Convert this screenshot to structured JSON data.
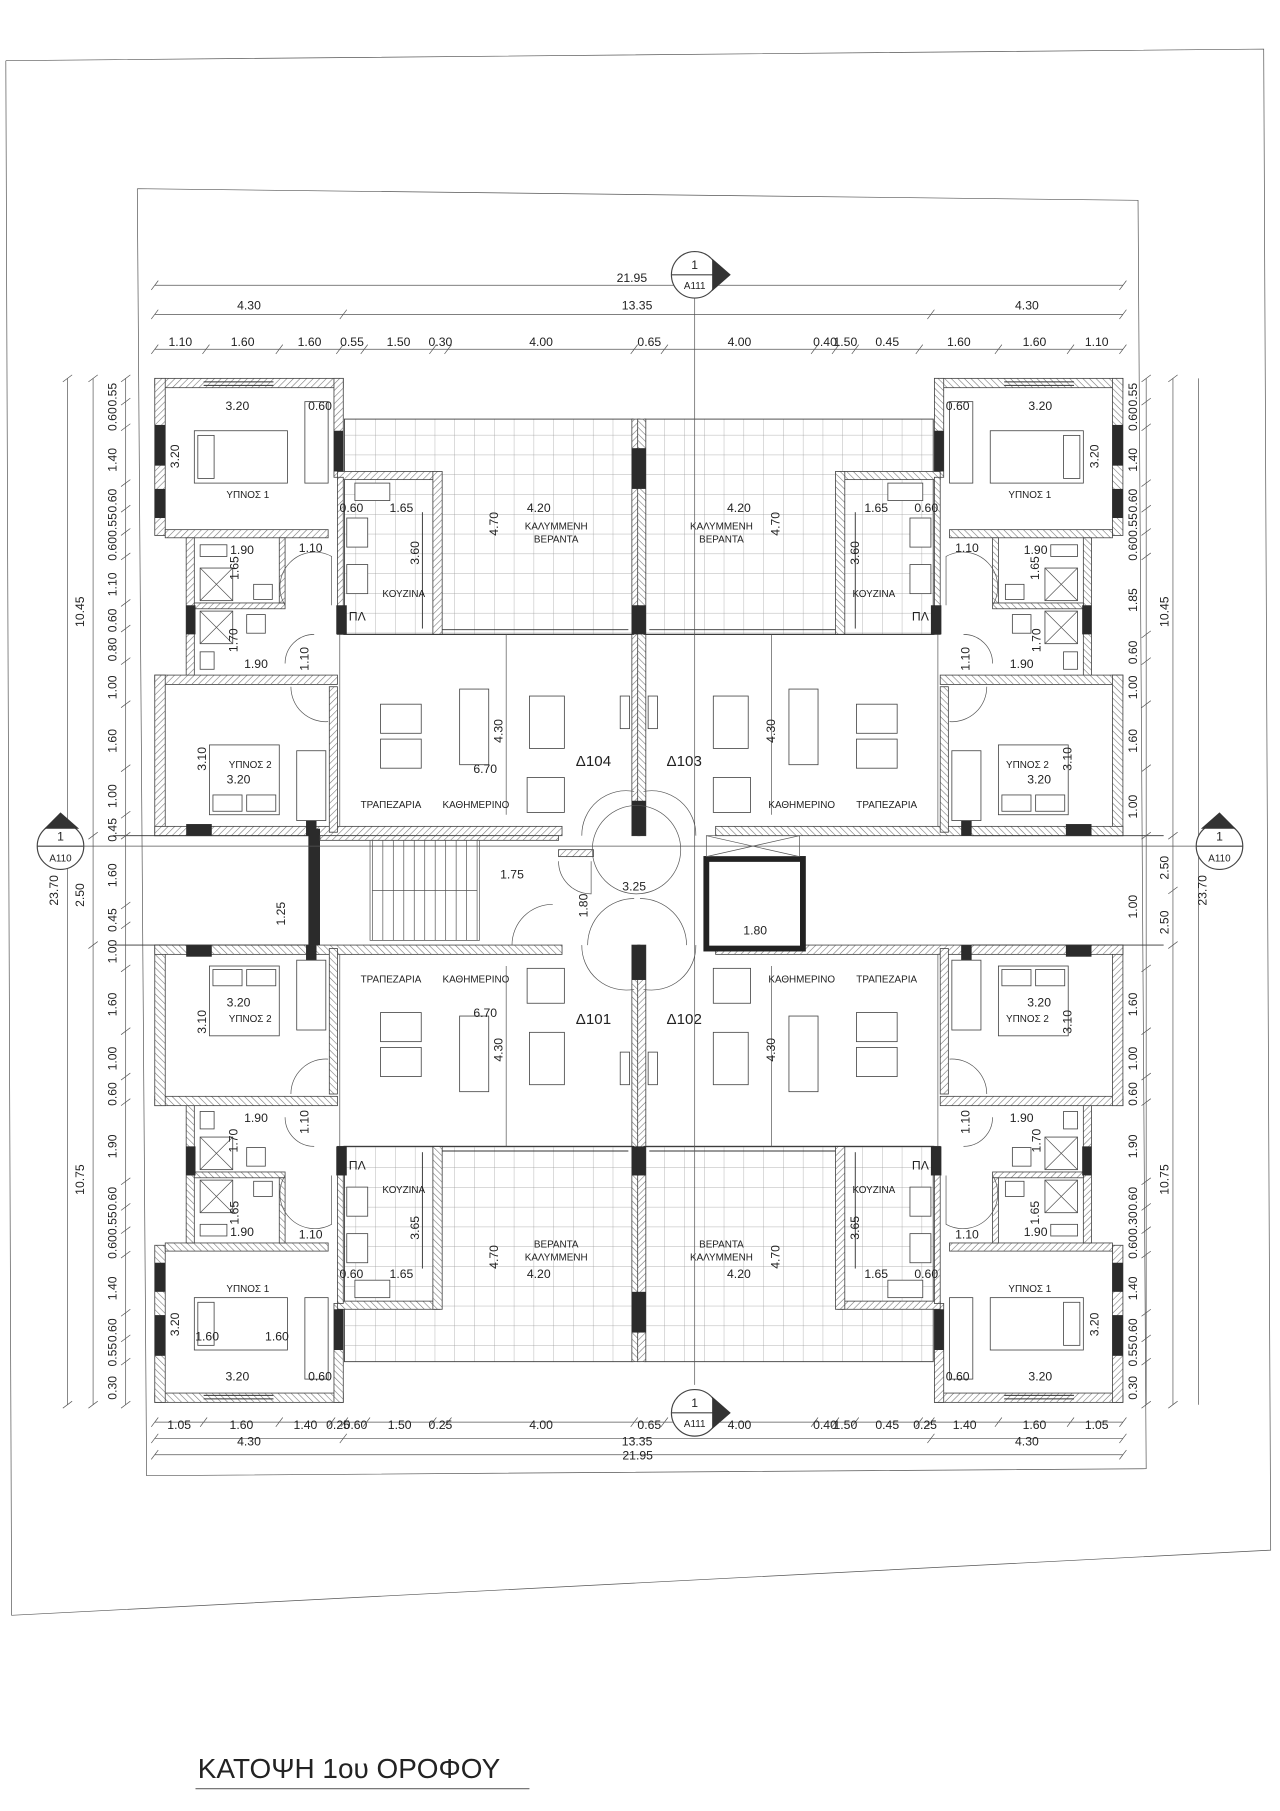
{
  "title": "ΚΑΤΟΨΗ 1ου ΟΡΟΦΟΥ",
  "section_markers": {
    "top": {
      "number": "1",
      "sheet": "A111"
    },
    "bottom": {
      "number": "1",
      "sheet": "A111"
    },
    "left": {
      "number": "1",
      "sheet": "A110"
    },
    "right": {
      "number": "1",
      "sheet": "A110"
    }
  },
  "dimensions": {
    "top": {
      "overall": "21.95",
      "sub": [
        "4.30",
        "13.35",
        "4.30"
      ],
      "detail": [
        "1.10",
        "1.60",
        "1.60",
        "0.55",
        "1.50",
        "0.30",
        "4.00",
        "0.65",
        "4.00",
        "0.40",
        "1.50",
        "0.45",
        "1.60",
        "1.60",
        "1.10"
      ]
    },
    "bottom": {
      "overall": "21.95",
      "sub": [
        "4.30",
        "13.35",
        "4.30"
      ],
      "detail": [
        "1.05",
        "1.60",
        "1.40",
        "0.25",
        "0.60",
        "1.50",
        "0.25",
        "4.00",
        "0.65",
        "4.00",
        "0.40",
        "1.50",
        "0.45",
        "0.25",
        "1.40",
        "1.60",
        "1.05"
      ]
    },
    "left": {
      "overall": "23.70",
      "sub": [
        "10.45",
        "2.50",
        "10.75"
      ],
      "detail": [
        "0.55",
        "0.60",
        "1.40",
        "0.60",
        "0.55",
        "0.60",
        "1.10",
        "0.60",
        "0.80",
        "1.00",
        "1.60",
        "1.00",
        "0.45",
        "1.60",
        "0.45",
        "1.00",
        "1.60",
        "1.00",
        "0.60",
        "1.90",
        "0.60",
        "0.55",
        "0.60",
        "1.40",
        "0.60",
        "0.55",
        "0.30"
      ]
    },
    "right": {
      "overall": "23.70",
      "sub": [
        "10.45",
        "2.50",
        "2.50",
        "10.75"
      ],
      "detail": [
        "0.55",
        "0.60",
        "1.40",
        "0.60",
        "0.55",
        "0.60",
        "1.85",
        "0.60",
        "1.00",
        "1.60",
        "1.00",
        "1.00",
        "1.60",
        "1.00",
        "0.60",
        "1.90",
        "0.60",
        "0.30",
        "0.60",
        "1.40",
        "0.60",
        "0.55",
        "0.30"
      ]
    }
  },
  "core": {
    "stair_width": "1.75",
    "stair_depth": "1.80",
    "lobby": "3.25",
    "corridor": "1.25",
    "elevator": "1.80"
  },
  "apartments": [
    {
      "id": "Δ104",
      "bedroom1": "ΥΠΝΟΣ 1",
      "bedroom2": "ΥΠΝΟΣ 2",
      "kitchen": "ΚΟΥΖΙΝΑ",
      "pantry": "ΠΛ",
      "veranda1": "ΚΑΛΥΜΜΕΝΗ",
      "veranda2": "ΒΕΡΑΝΤΑ",
      "dining": "ΤΡΑΠΕΖΑΡΙΑ",
      "living": "ΚΑΘΗΜΕΡΙΝΟ",
      "dims": [
        "3.20",
        "0.60",
        "3.20",
        "0.60",
        "1.65",
        "1.90",
        "1.10",
        "1.65",
        "3.60",
        "1.70",
        "1.90",
        "1.10",
        "4.70",
        "4.20",
        "3.10",
        "3.20",
        "4.30",
        "6.70"
      ]
    },
    {
      "id": "Δ103",
      "bedroom1": "ΥΠΝΟΣ 1",
      "bedroom2": "ΥΠΝΟΣ 2",
      "kitchen": "ΚΟΥΖΙΝΑ",
      "pantry": "ΠΛ",
      "veranda1": "ΚΑΛΥΜΜΕΝΗ",
      "veranda2": "ΒΕΡΑΝΤΑ",
      "dining": "ΤΡΑΠΕΖΑΡΙΑ",
      "living": "ΚΑΘΗΜΕΡΙΝΟ",
      "dims": [
        "3.20",
        "0.60",
        "3.20",
        "0.60",
        "1.65",
        "1.90",
        "1.10",
        "1.65",
        "3.60",
        "1.70",
        "1.90",
        "1.10",
        "4.70",
        "4.20",
        "3.10",
        "3.20",
        "4.30",
        null
      ]
    },
    {
      "id": "Δ101",
      "bedroom1": "ΥΠΝΟΣ 1",
      "bedroom2": "ΥΠΝΟΣ 2",
      "kitchen": "ΚΟΥΖΙΝΑ",
      "pantry": "ΠΛ",
      "veranda1": "ΚΑΛΥΜΜΕΝΗ",
      "veranda2": "ΒΕΡΑΝΤΑ",
      "dining": "ΤΡΑΠΕΖΑΡΙΑ",
      "living": "ΚΑΘΗΜΕΡΙΝΟ",
      "dims": [
        "3.20",
        "0.60",
        "3.20",
        "0.60",
        "1.65",
        "1.90",
        "1.10",
        "1.65",
        "3.65",
        "1.70",
        "1.90",
        "1.10",
        "4.70",
        "4.20",
        "3.10",
        "3.20",
        "4.30",
        "6.70"
      ],
      "extra": [
        "1.60",
        "1.60"
      ]
    },
    {
      "id": "Δ102",
      "bedroom1": "ΥΠΝΟΣ 1",
      "bedroom2": "ΥΠΝΟΣ 2",
      "kitchen": "ΚΟΥΖΙΝΑ",
      "pantry": "ΠΛ",
      "veranda1": "ΚΑΛΥΜΜΕΝΗ",
      "veranda2": "ΒΕΡΑΝΤΑ",
      "dining": "ΤΡΑΠΕΖΑΡΙΑ",
      "living": "ΚΑΘΗΜΕΡΙΝΟ",
      "dims": [
        "3.20",
        "0.60",
        "3.20",
        "0.60",
        "1.65",
        "1.90",
        "1.10",
        "1.65",
        "3.65",
        "1.70",
        "1.90",
        "1.10",
        "4.70",
        "4.20",
        "3.10",
        "3.20",
        "4.30",
        null
      ]
    }
  ]
}
